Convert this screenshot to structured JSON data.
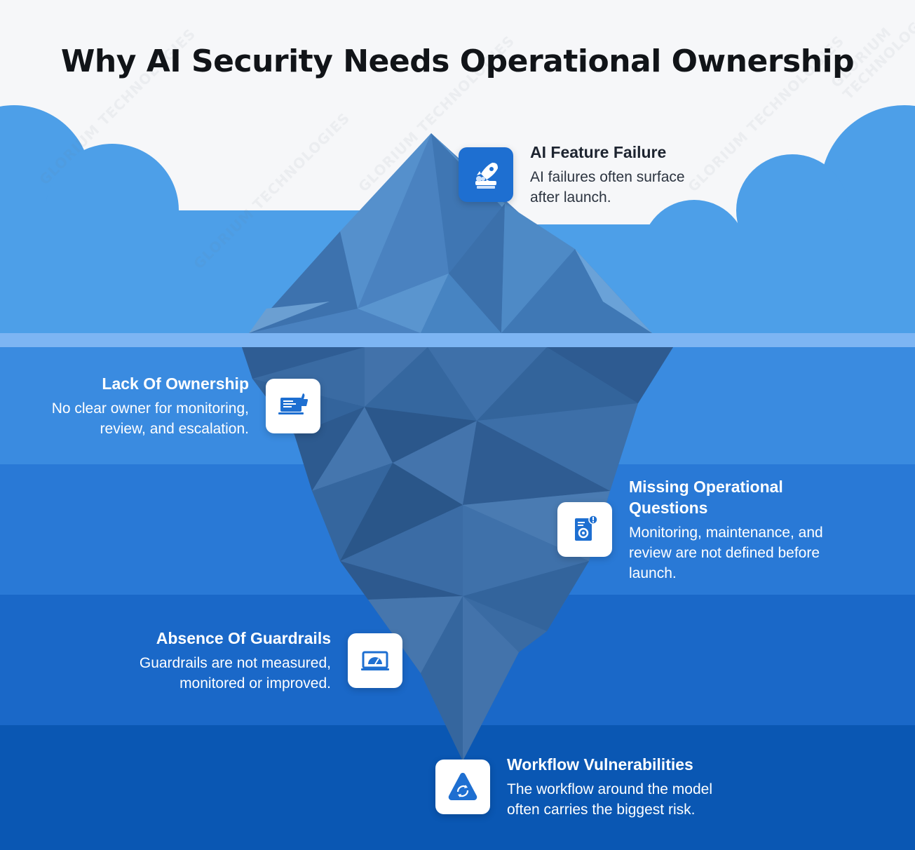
{
  "title": "Why AI Security Needs Operational Ownership",
  "watermark": "GLORIUM TECHNOLOGIES",
  "colors": {
    "sky": "#f6f7f9",
    "cloud": "#4d9fe8",
    "waterline": "#7db5f3",
    "band1": "#3a8be0",
    "band2": "#2979d6",
    "band3": "#1a68c8",
    "band4": "#0a57b3",
    "iceberg": "#3f73ad",
    "iconBlue": "#1e6fd1"
  },
  "layers": [
    {
      "title": "AI Feature Failure",
      "text_line1": "AI failures often surface",
      "text_line2": "after launch.",
      "icon": "rocket-icon"
    },
    {
      "title": "Lack Of Ownership",
      "text_line1": "No clear owner for monitoring,",
      "text_line2": "review, and escalation.",
      "icon": "laptop-thumbs-up-icon"
    },
    {
      "title_line1": "Missing Operational",
      "title_line2": "Questions",
      "text_line1": "Monitoring, maintenance, and",
      "text_line2": "review are not defined before",
      "text_line3": "launch.",
      "icon": "document-gear-alert-icon"
    },
    {
      "title": "Absence Of Guardrails",
      "text_line1": "Guardrails are not measured,",
      "text_line2": "monitored or improved.",
      "icon": "laptop-gauge-icon"
    },
    {
      "title": "Workflow Vulnerabilities",
      "text_line1": "The workflow around the model",
      "text_line2": "often carries the biggest risk.",
      "icon": "cycle-triangle-icon"
    }
  ]
}
